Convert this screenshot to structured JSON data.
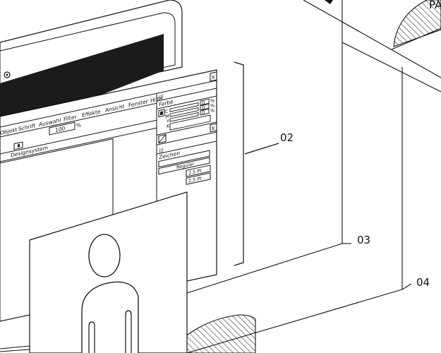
{
  "callouts": {
    "c02": "02",
    "c03": "03",
    "c04": "04",
    "corner": "PA"
  },
  "menu": {
    "items": [
      "Objekt",
      "Schrift",
      "Auswahl",
      "Filter",
      "Effekte",
      "Ansicht",
      "Fenster",
      "Hilfe"
    ]
  },
  "toolbar": {
    "zoom_value": "100",
    "zoom_unit": "%",
    "designsystem_label": "Designsystem"
  },
  "panels": {
    "farbe": {
      "title": "Farbe",
      "channels": [
        {
          "key": "C",
          "value": "0",
          "unit": "%"
        },
        {
          "key": "M",
          "value": "0",
          "unit": "%"
        },
        {
          "key": "Y",
          "value": "0",
          "unit": "%"
        },
        {
          "key": "K",
          "value": "0",
          "unit": "%"
        }
      ]
    },
    "zeichen": {
      "title": "Zeichen",
      "font_value": "Regular",
      "size1": "2,5 Pt",
      "size2": "2,5 Pt"
    },
    "close_glyph": "X",
    "grip_glyph": "|||"
  },
  "colors": {
    "ink": "#111111",
    "screen": "#1b1b1b",
    "paper": "#ffffff"
  }
}
